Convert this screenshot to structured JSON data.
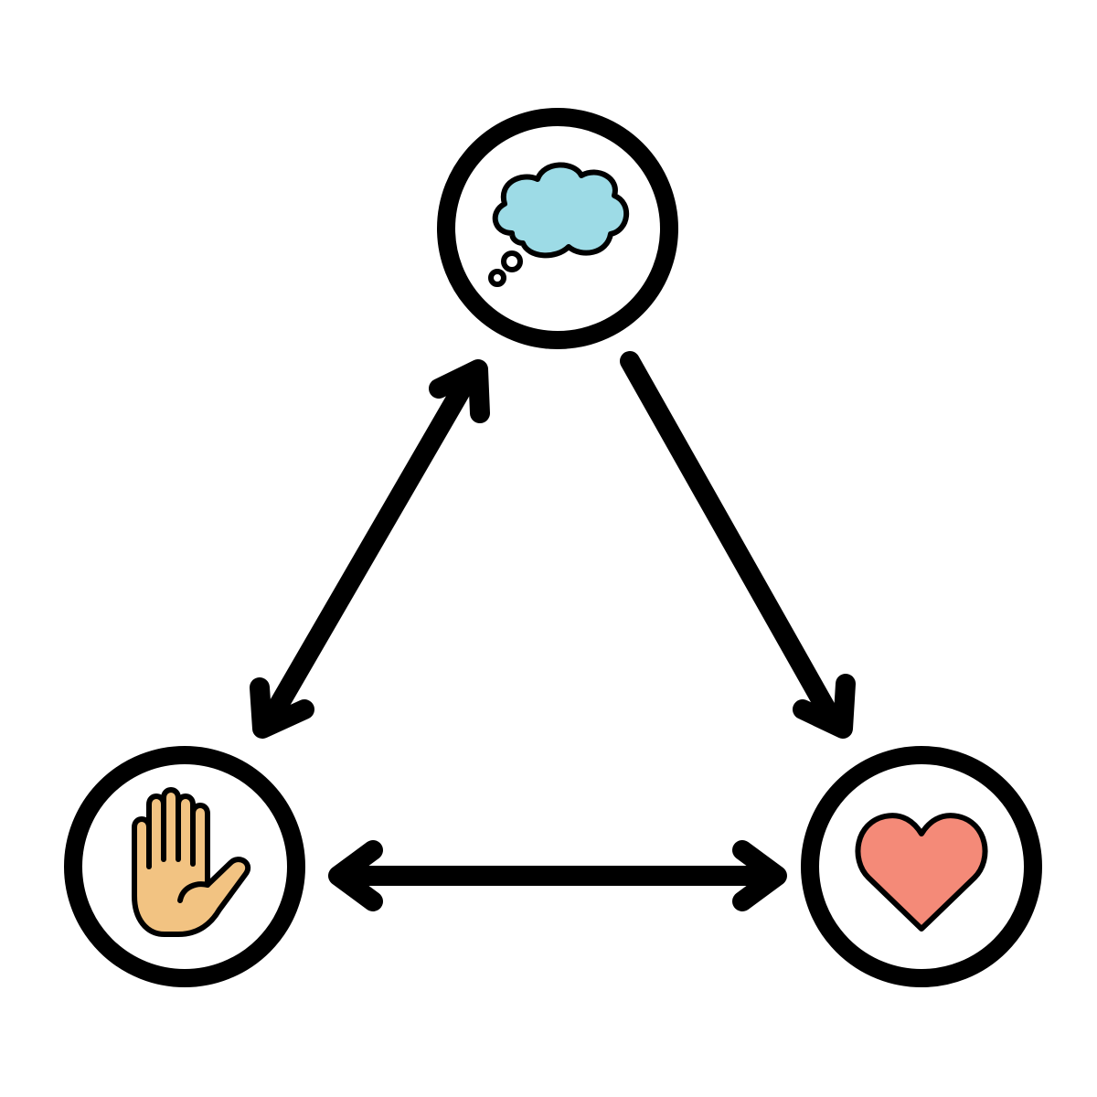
{
  "diagram": {
    "type": "cycle",
    "background": "#ffffff",
    "stroke_color": "#000000",
    "nodes": [
      {
        "id": "thought",
        "icon": "thought-bubble-icon",
        "fill": "#9ddbe6"
      },
      {
        "id": "action",
        "icon": "raised-hand-icon",
        "fill": "#f2c382"
      },
      {
        "id": "feeling",
        "icon": "heart-icon",
        "fill": "#f48a78"
      }
    ],
    "edges": [
      {
        "from": "thought",
        "to": "action",
        "direction": "both"
      },
      {
        "from": "thought",
        "to": "feeling",
        "direction": "forward"
      },
      {
        "from": "action",
        "to": "feeling",
        "direction": "both"
      }
    ]
  }
}
